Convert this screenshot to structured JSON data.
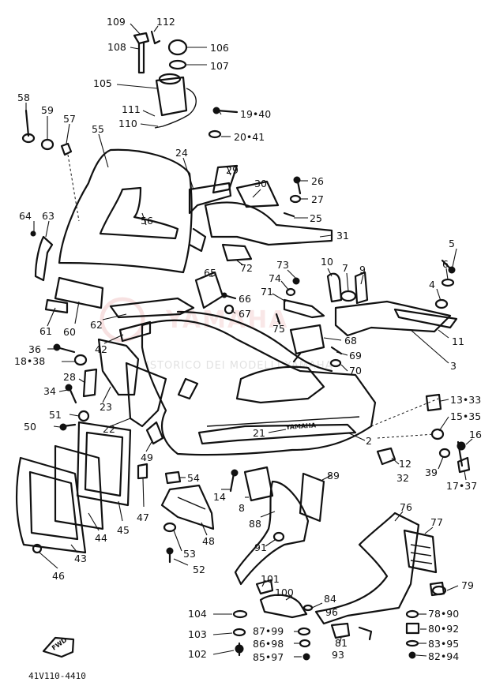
{
  "drawing_code": "41V110-4410",
  "front_arrow_label": "FWD",
  "watermark_text": "YAMAHA",
  "watermark_sub": "ISTORICO DEI MODELLI YAMAHA",
  "part_logo_text": "YAMAHA",
  "labels": [
    "109",
    "112",
    "108",
    "106",
    "107",
    "105",
    "111",
    "110",
    "19•40",
    "20•41",
    "58",
    "59",
    "57",
    "55",
    "24",
    "29",
    "30",
    "26",
    "27",
    "25",
    "31",
    "64",
    "63",
    "56",
    "72",
    "5",
    "6",
    "4",
    "73",
    "74",
    "71",
    "10",
    "7",
    "9",
    "65",
    "66",
    "67",
    "75",
    "68",
    "11",
    "3",
    "61",
    "60",
    "62",
    "42",
    "36",
    "18•38",
    "69",
    "70",
    "28",
    "34",
    "23",
    "13•33",
    "51",
    "50",
    "22",
    "21",
    "2",
    "15•35",
    "16",
    "12",
    "32",
    "39",
    "17•37",
    "49",
    "54",
    "14",
    "8",
    "89",
    "88",
    "47",
    "48",
    "45",
    "44",
    "43",
    "46",
    "53",
    "52",
    "91",
    "76",
    "77",
    "101",
    "100",
    "84",
    "96",
    "79",
    "78•90",
    "80•92",
    "83•95",
    "82•94",
    "104",
    "103",
    "102",
    "87•99",
    "86•98",
    "85•97",
    "81",
    "93"
  ]
}
